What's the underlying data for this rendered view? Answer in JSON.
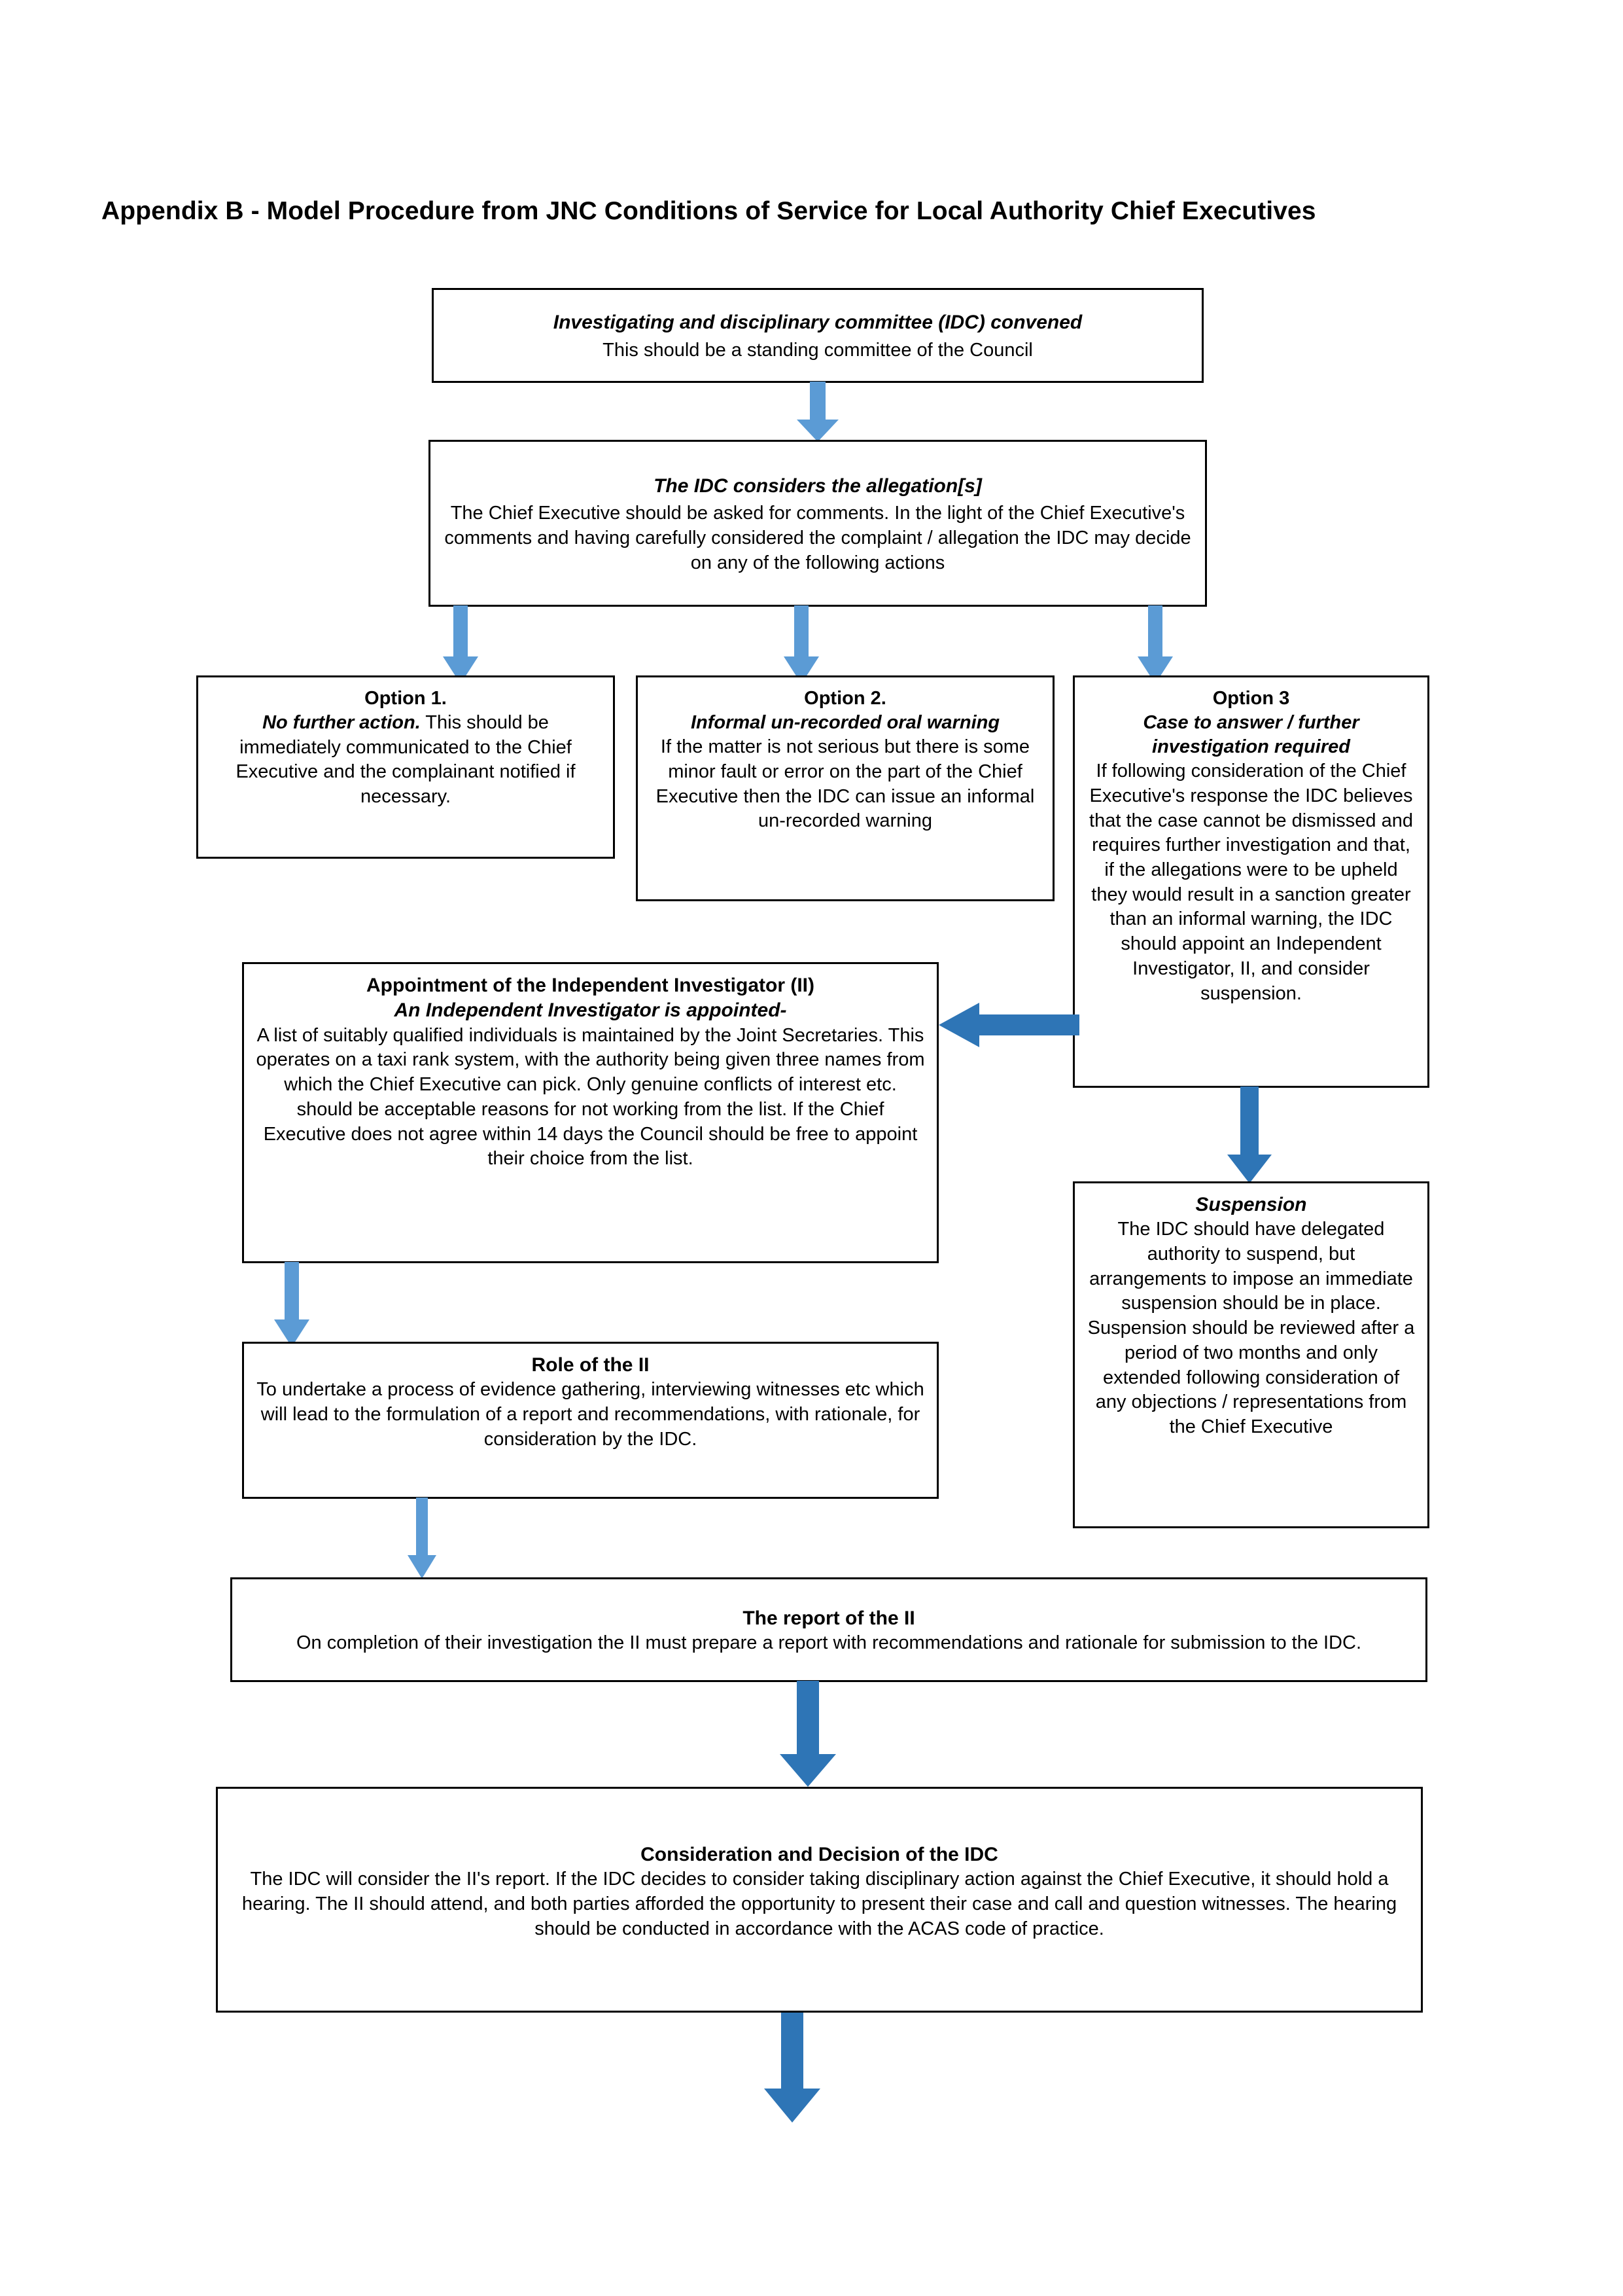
{
  "document": {
    "title": "Appendix B - Model Procedure from JNC Conditions of Service for Local Authority Chief Executives"
  },
  "colors": {
    "arrow_light": "#5B9BD5",
    "arrow_dark": "#2E75B6",
    "box_border": "#000000",
    "box_fill": "#FFFFFF",
    "text": "#000000"
  },
  "flow": {
    "nodes": [
      {
        "id": "idc-convened",
        "title": "Investigating and disciplinary committee (IDC) convened",
        "body": "This should be a standing committee of the Council"
      },
      {
        "id": "idc-considers",
        "title": "The IDC considers the allegation[s]",
        "body": "The Chief Executive should be asked for comments. In the light of the Chief Executive's comments and having carefully considered the complaint / allegation the IDC may decide on any of the following actions"
      },
      {
        "id": "option-1",
        "title": "Option 1.",
        "lead": "No further action.",
        "body": "This should be immediately communicated to the Chief Executive and the complainant notified if necessary."
      },
      {
        "id": "option-2",
        "title": "Option 2.",
        "subtitle": "Informal un-recorded oral warning",
        "body": "If the matter is not serious but there is some minor fault or error on the part of the Chief Executive then the IDC can issue an informal un-recorded warning"
      },
      {
        "id": "option-3",
        "title": "Option 3",
        "subtitle": "Case to answer / further investigation required",
        "body": "If following consideration of the Chief Executive's response the IDC believes that the case cannot be dismissed and requires further investigation and that, if the allegations were to be upheld they would result in a sanction greater than an informal warning, the IDC should appoint an Independent Investigator, II, and consider suspension."
      },
      {
        "id": "appointment-ii",
        "title": "Appointment of the Independent Investigator (II)",
        "subtitle": "An Independent Investigator is appointed-",
        "body": "A list of suitably qualified individuals is maintained by the Joint Secretaries. This operates on a taxi rank system, with the authority being given three names from which the Chief Executive can pick. Only genuine conflicts of interest etc. should be acceptable reasons for not working from the list. If the Chief Executive does not agree within 14 days the Council should be free to appoint their choice from the list."
      },
      {
        "id": "suspension",
        "title": "Suspension",
        "body": "The IDC should have delegated authority to suspend, but arrangements to impose an immediate suspension should be in place. Suspension should be reviewed after a period of two months and only extended following consideration of any objections / representations from the Chief Executive"
      },
      {
        "id": "role-of-ii",
        "title": "Role of the II",
        "body": "To undertake a process of evidence gathering, interviewing witnesses etc which will lead to the formulation of a report and recommendations, with rationale, for consideration by the IDC."
      },
      {
        "id": "report-of-ii",
        "title": "The report of the II",
        "body": "On completion of their investigation the II must prepare a report with recommendations and rationale for submission to the IDC."
      },
      {
        "id": "consideration-decision",
        "title": "Consideration and Decision of the IDC",
        "body": "The IDC will consider the II's report. If the IDC decides to consider taking disciplinary action against the Chief Executive, it should hold a hearing. The II should attend, and both parties afforded the opportunity to present their case and call and question witnesses. The hearing should be conducted in accordance with the ACAS code of practice."
      }
    ],
    "connectors": [
      {
        "id": "c1",
        "from": "idc-convened",
        "to": "idc-considers",
        "direction": "down"
      },
      {
        "id": "c2",
        "from": "idc-considers",
        "to": "option-1",
        "direction": "down"
      },
      {
        "id": "c3",
        "from": "idc-considers",
        "to": "option-2",
        "direction": "down"
      },
      {
        "id": "c4",
        "from": "idc-considers",
        "to": "option-3",
        "direction": "down"
      },
      {
        "id": "c5",
        "from": "option-3",
        "to": "appointment-ii",
        "direction": "left"
      },
      {
        "id": "c6",
        "from": "option-3",
        "to": "suspension",
        "direction": "down"
      },
      {
        "id": "c7",
        "from": "appointment-ii",
        "to": "role-of-ii",
        "direction": "down"
      },
      {
        "id": "c8",
        "from": "role-of-ii",
        "to": "report-of-ii",
        "direction": "down"
      },
      {
        "id": "c9",
        "from": "report-of-ii",
        "to": "consideration-decision",
        "direction": "down"
      },
      {
        "id": "c10",
        "from": "consideration-decision",
        "to": "",
        "direction": "down"
      }
    ]
  }
}
